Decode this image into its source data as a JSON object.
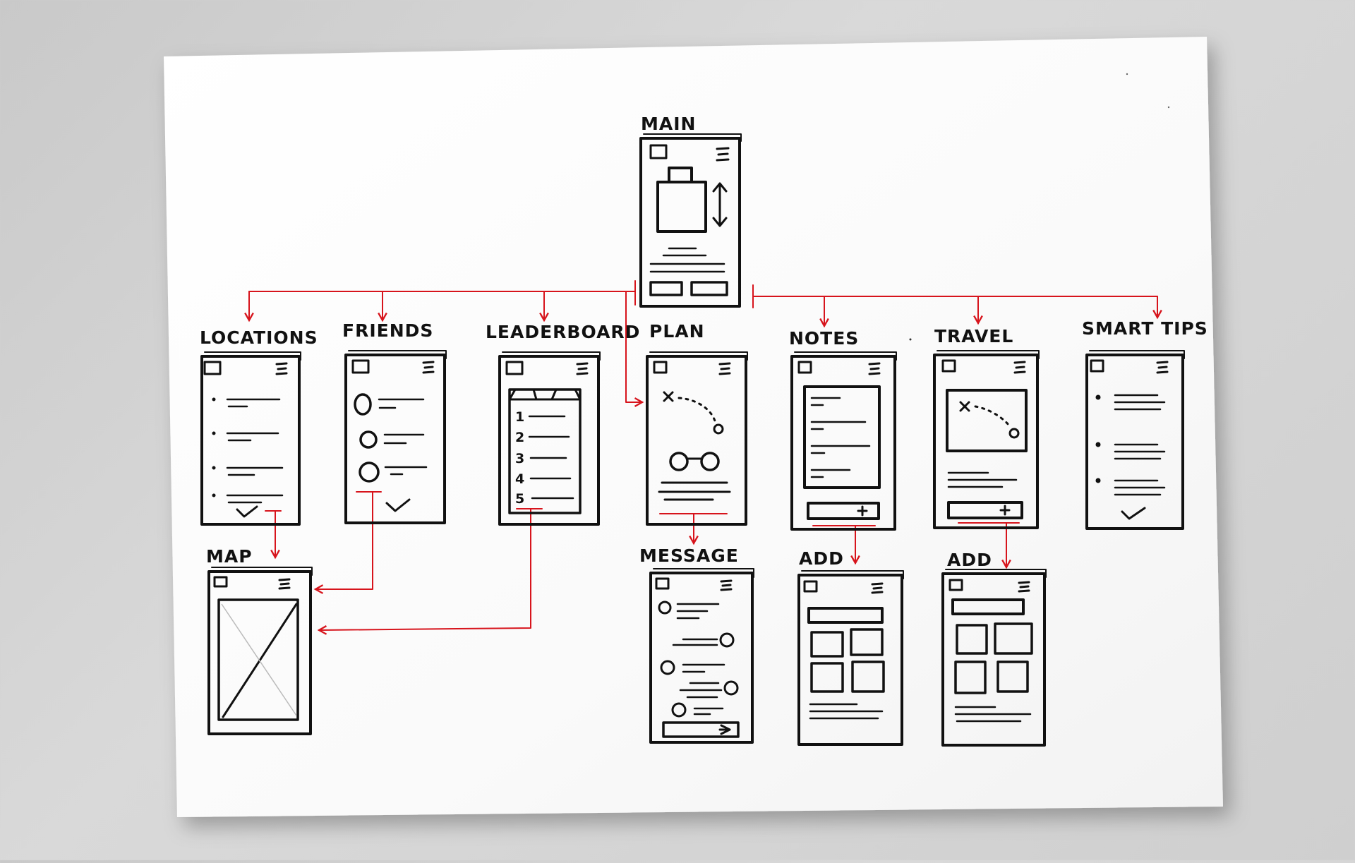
{
  "colors": {
    "ink": "#111111",
    "connector": "#d7141c",
    "paper": "#ffffff",
    "background": "#cfcfcf"
  },
  "screens": {
    "main": "MAIN",
    "locations": "LOCATIONS",
    "friends": "FRIENDS",
    "leaderboard": "LEADERBOARD",
    "plan": "PLAN",
    "notes": "NOTES",
    "travel": "TRAVEL",
    "smart_tips": "SMART TIPS",
    "map": "MAP",
    "message": "MESSAGE",
    "add_notes": "ADD",
    "add_travel": "ADD"
  },
  "leaderboard_ranks": [
    "1",
    "2",
    "3",
    "4",
    "5"
  ],
  "icons": {
    "menu": "hamburger-icon",
    "back": "square-icon",
    "confirm": "checkmark-icon",
    "add": "plus-icon",
    "send": "send-arrow-icon",
    "start": "x-mark-icon",
    "end": "circle-icon"
  }
}
